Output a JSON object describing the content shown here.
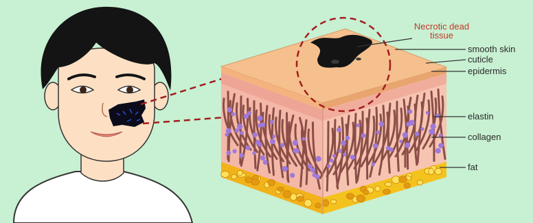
{
  "diagram": {
    "labels": {
      "necrotic_line1": "Necrotic dead",
      "necrotic_line2": "tissue",
      "smooth_skin": "smooth skin",
      "cuticle": "cuticle",
      "epidermis": "epidermis",
      "elastin": "elastin",
      "collagen": "collagen",
      "fat": "fat"
    },
    "colors": {
      "background": "#c8f0d2",
      "skin_top": "#f5c08e",
      "dermis": "#f2b7a2",
      "fibers": "#8a4e47",
      "elastin_dots": "#9f7ad8",
      "fat": "#f4c21d",
      "zoom_circle": "#a11d1d",
      "necrotic_label": "#c0392b"
    }
  }
}
